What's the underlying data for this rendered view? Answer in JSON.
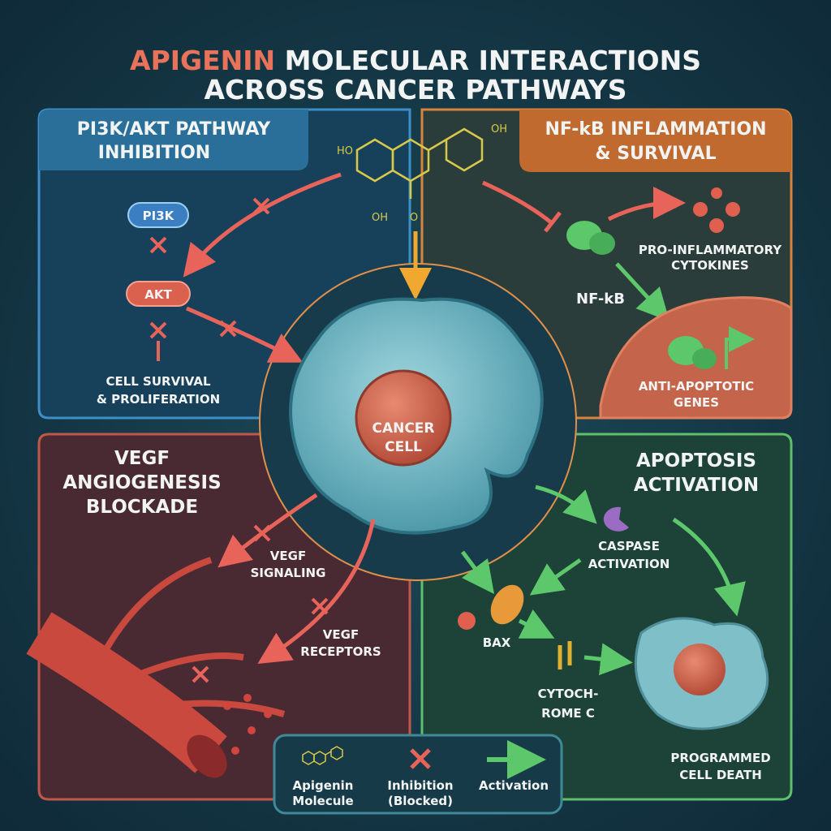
{
  "title": {
    "highlight": "APIGENIN",
    "line1_rest": " MOLECULAR INTERACTIONS",
    "line2": "ACROSS CANCER PATHWAYS"
  },
  "colors": {
    "inhibition": "#e8645a",
    "activation": "#5cc76b",
    "pi3k": "#3d8fc9",
    "nfkb": "#d9843d",
    "vegf": "#c0584a",
    "apoptosis": "#5fbf6a",
    "title_accent": "#e8735a"
  },
  "molecule": {
    "ho": "HO",
    "oh_top": "OH",
    "oh_bottom": "OH",
    "o": "O"
  },
  "panels": {
    "pi3k": {
      "title1": "PI3K/AKT PATHWAY",
      "title2": "INHIBITION",
      "pi3k": "PI3K",
      "akt": "AKT",
      "outcome1": "CELL SURVIVAL",
      "outcome2": "& PROLIFERATION"
    },
    "nfkb": {
      "title1": "NF-kB INFLAMMATION",
      "title2": "& SURVIVAL",
      "nfkb": "NF-kB",
      "cytokines1": "PRO-INFLAMMATORY",
      "cytokines2": "CYTOKINES",
      "genes1": "ANTI-APOPTOTIC",
      "genes2": "GENES"
    },
    "vegf": {
      "title1": "VEGF",
      "title2": "ANGIOGENESIS",
      "title3": "BLOCKADE",
      "signaling1": "VEGF",
      "signaling2": "SIGNALING",
      "receptors1": "VEGF",
      "receptors2": "RECEPTORS"
    },
    "apoptosis": {
      "title1": "APOPTOSIS",
      "title2": "ACTIVATION",
      "caspase1": "CASPASE",
      "caspase2": "ACTIVATION",
      "bax": "BAX",
      "cyto1": "CYTOCH-",
      "cyto2": "ROME C",
      "death1": "PROGRAMMED",
      "death2": "CELL DEATH"
    }
  },
  "center": {
    "line1": "CANCER",
    "line2": "CELL"
  },
  "legend": {
    "molecule1": "Apigenin",
    "molecule2": "Molecule",
    "inhibition1": "Inhibition",
    "inhibition2": "(Blocked)",
    "activation": "Activation"
  }
}
